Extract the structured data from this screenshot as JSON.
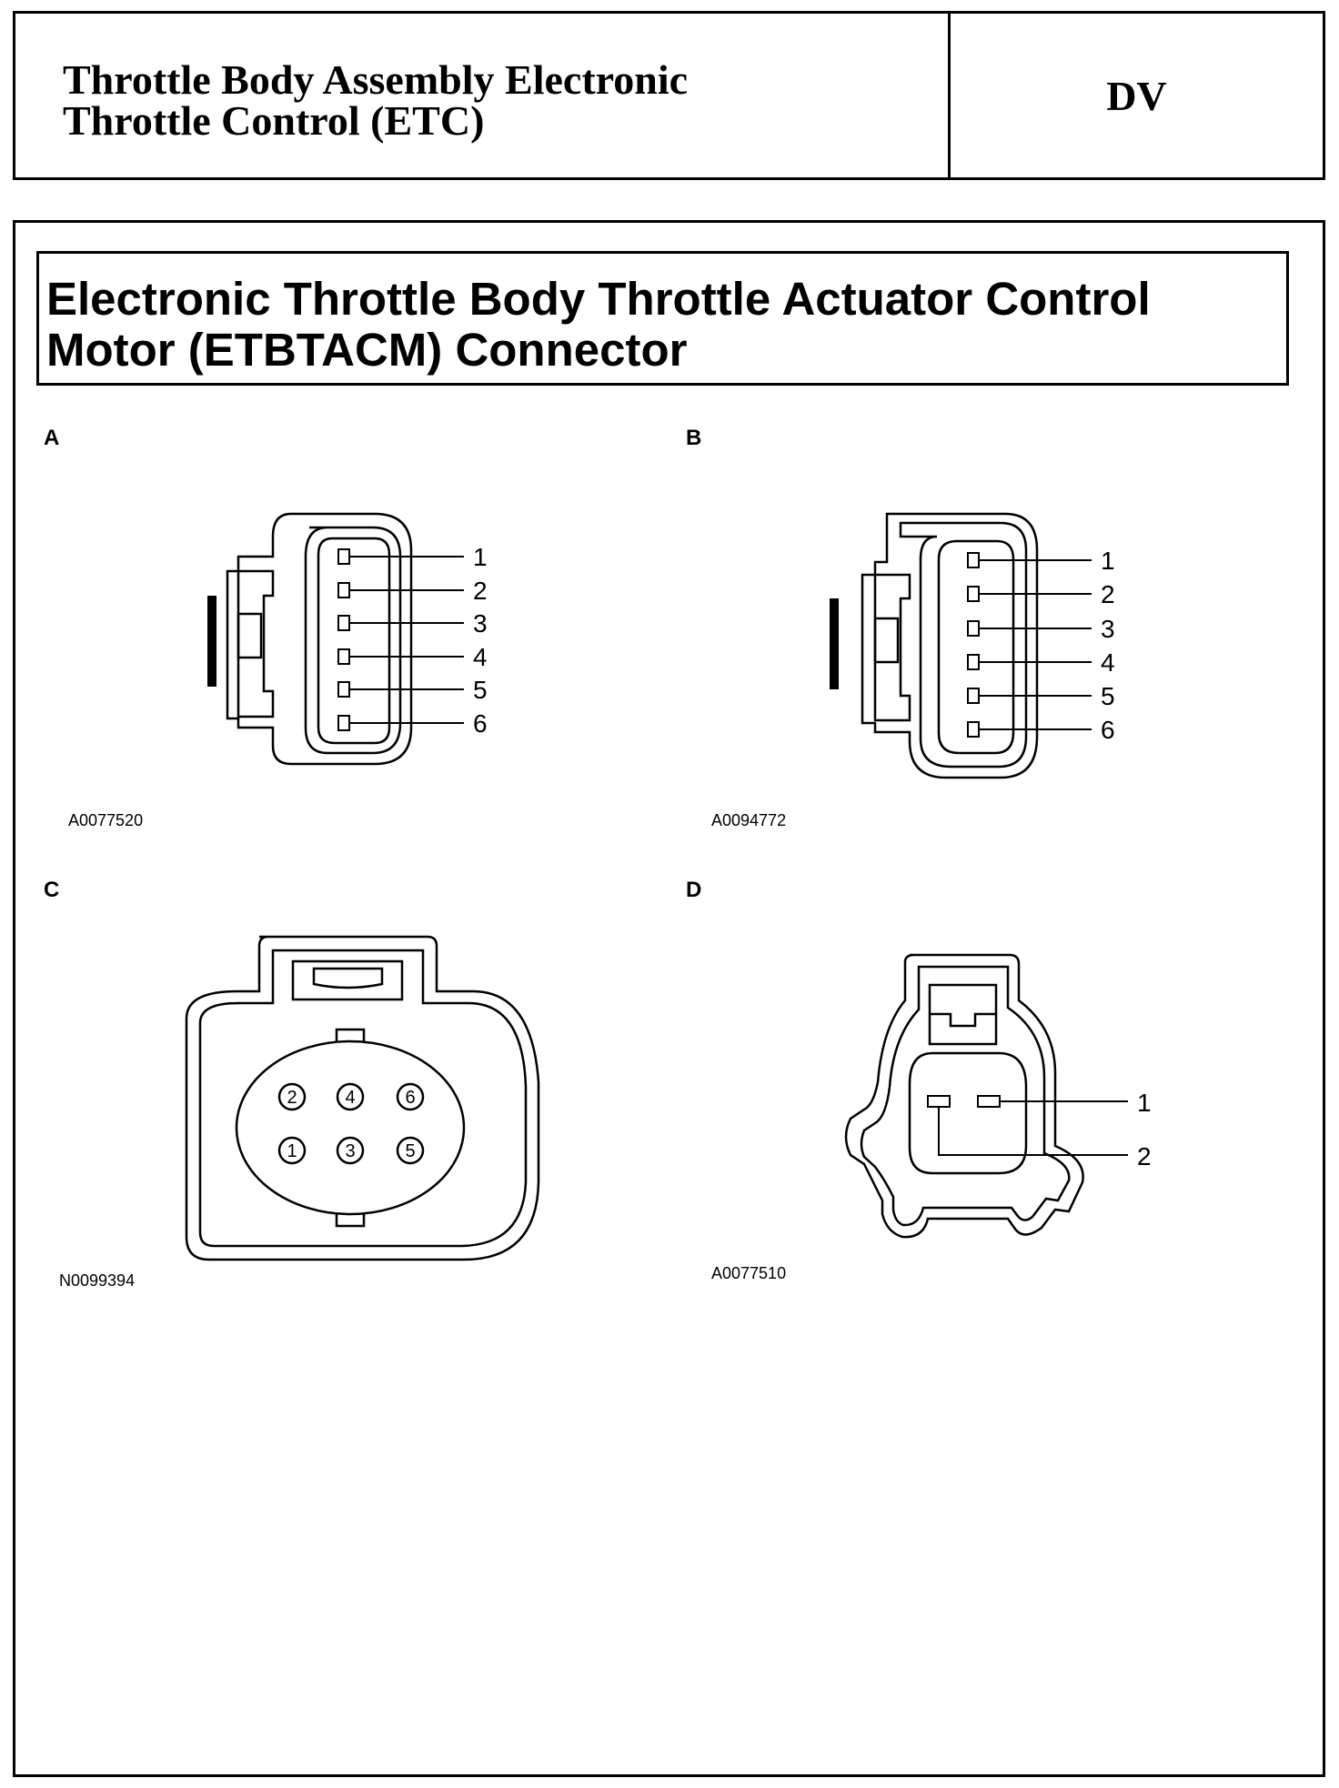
{
  "header": {
    "title_line1": "Throttle Body Assembly Electronic",
    "title_line2": "Throttle Control (ETC)",
    "code": "DV"
  },
  "section": {
    "title_line1": "Electronic Throttle Body Throttle Actuator Control",
    "title_line2": "Motor (ETBTACM) Connector"
  },
  "panels": [
    {
      "label": "A",
      "ref": "A0077520",
      "pins": [
        "1",
        "2",
        "3",
        "4",
        "5",
        "6"
      ]
    },
    {
      "label": "B",
      "ref": "A0094772",
      "pins": [
        "1",
        "2",
        "3",
        "4",
        "5",
        "6"
      ]
    },
    {
      "label": "C",
      "ref": "N0099394",
      "pins": [
        "2",
        "4",
        "6",
        "1",
        "3",
        "5"
      ]
    },
    {
      "label": "D",
      "ref": "A0077510",
      "pins": [
        "1",
        "2"
      ]
    }
  ]
}
